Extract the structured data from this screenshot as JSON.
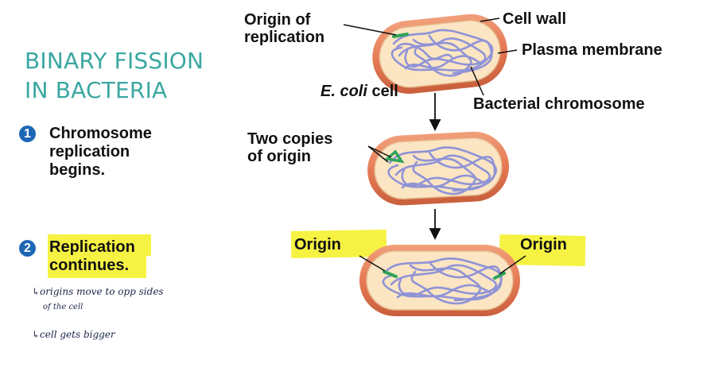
{
  "title": {
    "line1": "BINARY FISSION",
    "line2": "IN BACTERIA"
  },
  "steps": [
    {
      "number": "1",
      "line1": "Chromosome",
      "line2": "replication",
      "line3": "begins."
    },
    {
      "number": "2",
      "line1": "Replication",
      "line2": "continues."
    }
  ],
  "handwritten_notes": [
    "↳origins move to opp sides",
    "of the cell",
    "↳cell gets bigger"
  ],
  "labels": {
    "origin_line1": "Origin of",
    "origin_line2": "replication",
    "cell_wall": "Cell wall",
    "plasma_membrane": "Plasma membrane",
    "ecoli_italic": "E. coli",
    "ecoli_rest": " cell",
    "bacterial_chromosome": "Bacterial chromosome",
    "two_copies_line1": "Two copies",
    "two_copies_line2": "of origin",
    "origin_left": "Origin",
    "origin_right": "Origin"
  },
  "colors": {
    "title": "#3aa7a0",
    "step_badge": "#1e67b4",
    "highlight": "#f6f243",
    "cell_wall": "#e8825a",
    "cytoplasm": "#fbe7c8",
    "chromosome": "#8f93d6",
    "origin": "#2fa35a"
  }
}
